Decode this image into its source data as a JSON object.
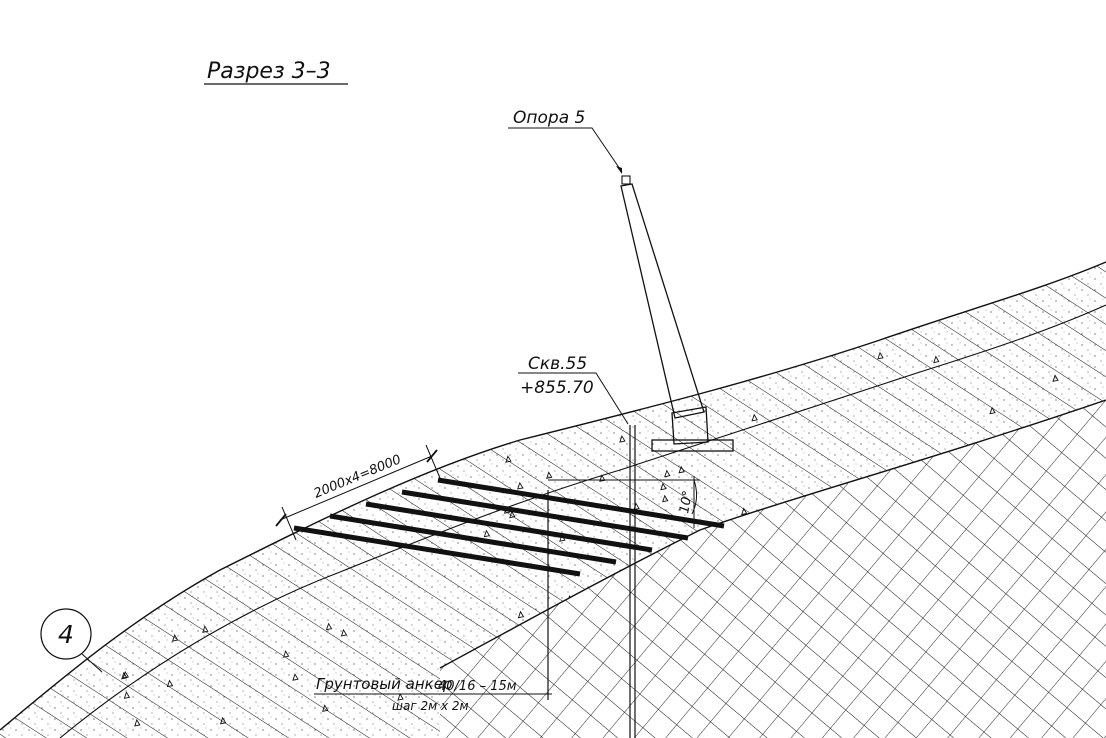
{
  "section_title": "Разрез 3–3",
  "support": {
    "label": "Опора 5"
  },
  "borehole": {
    "name": "Скв.55",
    "elevation": "+855.70"
  },
  "dimension": {
    "text": "2000x4=8000"
  },
  "angle": {
    "text": "10°"
  },
  "anchor": {
    "label_main": "Грунтовый анкер",
    "label_spec": "40/16 – 15м",
    "label_step": "шаг 2м х 2м"
  },
  "layer_marker": {
    "number": "4"
  },
  "colors": {
    "line": "#111111",
    "background": "#ffffff"
  }
}
